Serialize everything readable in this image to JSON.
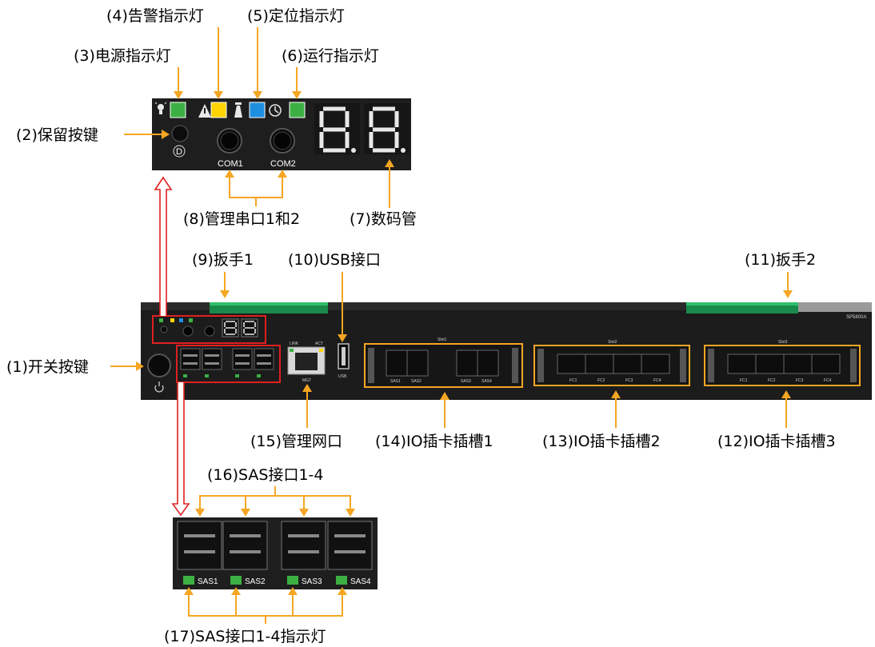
{
  "callouts": {
    "c1": "(1)开关按键",
    "c2": "(2)保留按键",
    "c3": "(3)电源指示灯",
    "c4": "(4)告警指示灯",
    "c5": "(5)定位指示灯",
    "c6": "(6)运行指示灯",
    "c7": "(7)数码管",
    "c8": "(8)管理串口1和2",
    "c9": "(9)扳手1",
    "c10": "(10)USB接口",
    "c11": "(11)扳手2",
    "c12": "(12)IO插卡插槽3",
    "c13": "(13)IO插卡插槽2",
    "c14": "(14)IO插卡插槽1",
    "c15": "(15)管理网口",
    "c16": "(16)SAS接口1-4",
    "c17": "(17)SAS接口1-4指示灯"
  },
  "panel_labels": {
    "com1": "COM1",
    "com2": "COM2",
    "reserve_button_symbol": "D",
    "sas": [
      "SAS1",
      "SAS2",
      "SAS3",
      "SAS4"
    ],
    "model": "SP5800A",
    "link": "LINK",
    "act": "ACT",
    "mgt": "MGT",
    "usb": "USB",
    "slots": [
      "Slot1",
      "Slot2",
      "Slot3"
    ],
    "fc_ports": [
      "FC1",
      "FC2",
      "FC3",
      "FC4"
    ]
  },
  "icons": {
    "power_led": "lightbulb-icon",
    "alarm_led": "warning-triangle-icon",
    "locate_led": "beacon-icon",
    "run_led": "clock-icon",
    "power_switch": "power-icon"
  },
  "colors": {
    "panel": "#1e1e1e",
    "led_green": "#3cb043",
    "led_yellow": "#ffd400",
    "led_blue": "#1e8fe0",
    "callout_line": "#f5a623",
    "highlight_red": "#e02020",
    "handle_green": "#1a8a4a"
  }
}
